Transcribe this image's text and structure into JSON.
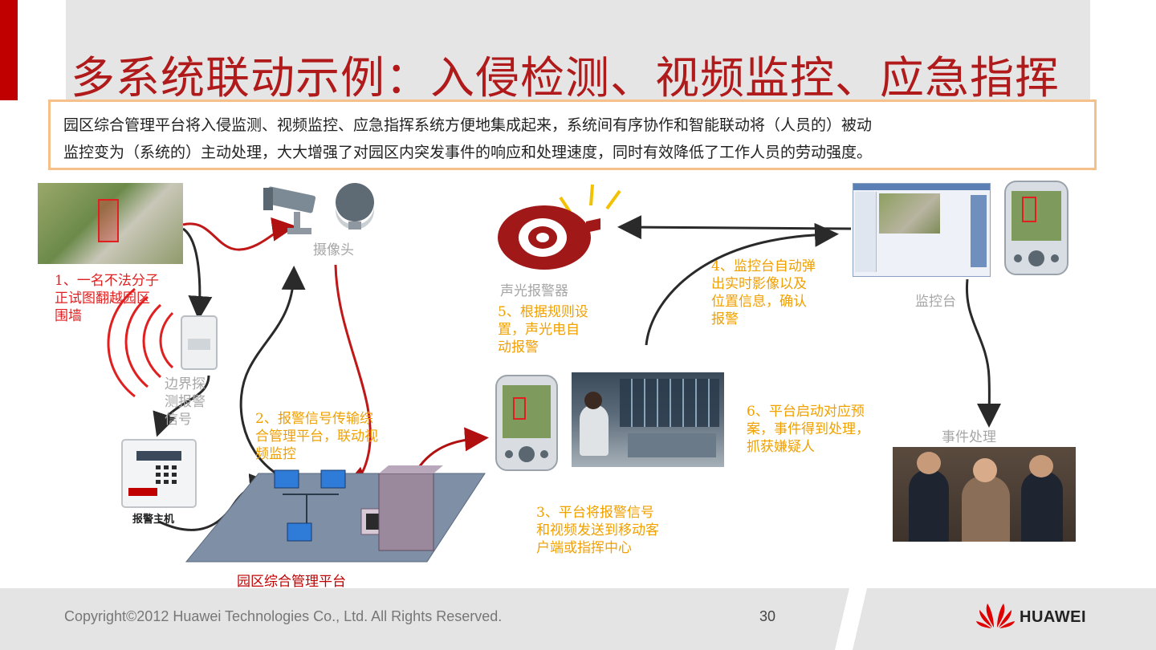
{
  "slide": {
    "title": "多系统联动示例：入侵检测、视频监控、应急指挥",
    "summary_line1": "园区综合管理平台将入侵监测、视频监控、应急指挥系统方便地集成起来，系统间有序协作和智能联动将（人员的）被动",
    "summary_line2": "监控变为（系统的）主动处理，大大增强了对园区内突发事件的响应和处理速度，同时有效降低了工作人员的劳动强度。"
  },
  "nodes": {
    "camera": "摄像头",
    "alarm_device": "声光报警器",
    "monitor_station": "监控台",
    "event_handling": "事件处理",
    "border_detect": [
      "边界探",
      "测报警",
      "信号"
    ],
    "alarm_host": "报警主机",
    "platform": "园区综合管理平台"
  },
  "steps": {
    "step1": [
      "1、一名不法分子",
      "正试图翻越园区",
      "围墙"
    ],
    "step2": [
      "2、报警信号传输综",
      "合管理平台，联动视",
      "频监控"
    ],
    "step3": [
      "3、平台将报警信号",
      "和视频发送到移动客",
      "户端或指挥中心"
    ],
    "step4": [
      "4、监控台自动弹",
      "出实时影像以及",
      "位置信息，确认",
      "报警"
    ],
    "step5": [
      "5、根据规则设",
      "置，声光电自",
      "动报警"
    ],
    "step6": [
      "6、平台启动对应预",
      "案，事件得到处理，",
      "抓获嫌疑人"
    ]
  },
  "footer": {
    "copyright": "Copyright©2012 Huawei Technologies Co., Ltd. All Rights Reserved.",
    "page": "30",
    "brand": "HUAWEI"
  },
  "colors": {
    "title": "#b01a1a",
    "accent_red": "#c00000",
    "step_orange": "#f0a000",
    "step_red": "#e02020",
    "label_gray": "#a6a6a6",
    "box_border": "#f5c08a"
  }
}
